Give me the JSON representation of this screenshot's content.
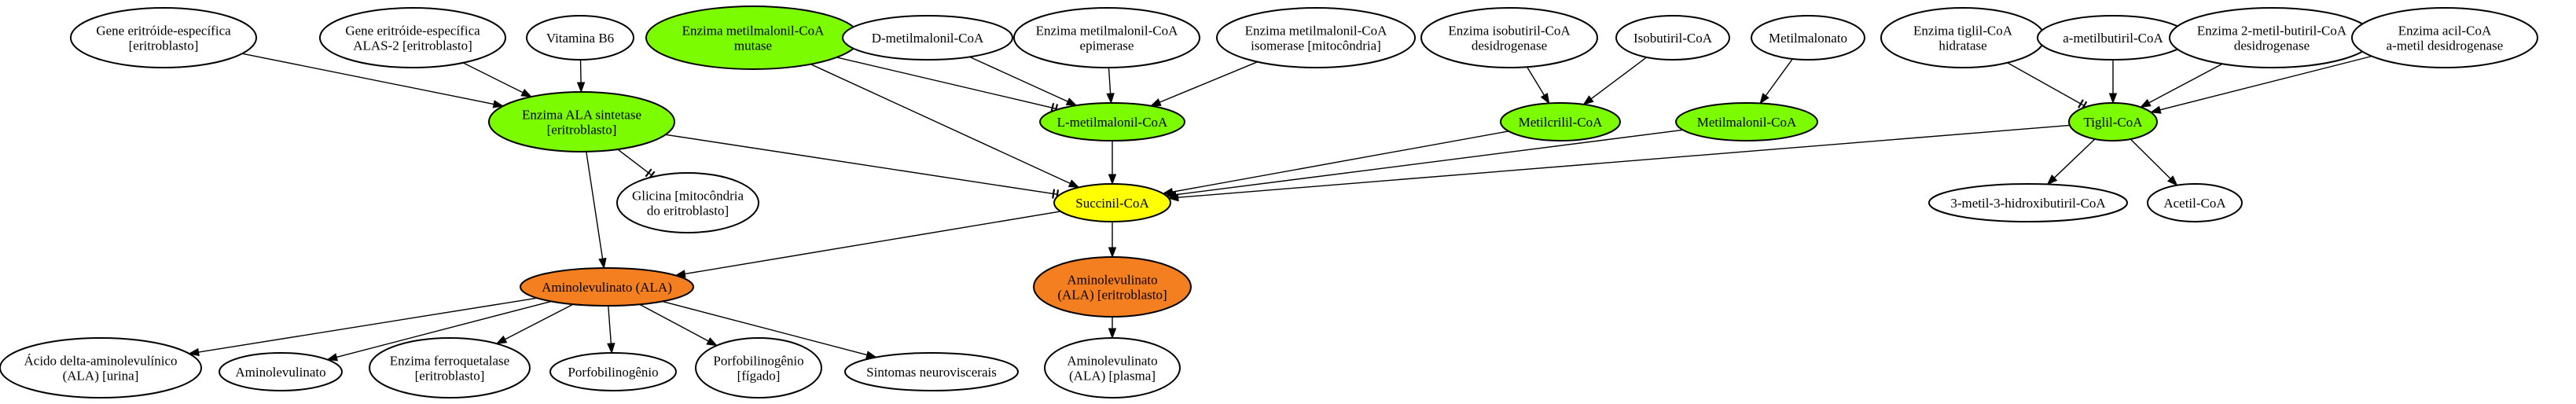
{
  "diagram": {
    "nodes": [
      {
        "id": "gene_erit",
        "lines": [
          "Gene eritróide-específica",
          "[eritroblasto]"
        ],
        "fill": "#ffffff"
      },
      {
        "id": "gene_alas2",
        "lines": [
          "Gene eritróide-específica",
          "ALAS-2 [eritroblasto]"
        ],
        "fill": "#ffffff"
      },
      {
        "id": "vit_b6",
        "lines": [
          "Vitamina B6"
        ],
        "fill": "#ffffff"
      },
      {
        "id": "mcm",
        "lines": [
          "Enzima metilmalonil-CoA",
          "mutase"
        ],
        "fill": "#7cfc00"
      },
      {
        "id": "d_mm",
        "lines": [
          "D-metilmalonil-CoA"
        ],
        "fill": "#ffffff"
      },
      {
        "id": "epim",
        "lines": [
          "Enzima metilmalonil-CoA",
          "epimerase"
        ],
        "fill": "#ffffff"
      },
      {
        "id": "isom",
        "lines": [
          "Enzima metilmalonil-CoA",
          "isomerase [mitocôndria]"
        ],
        "fill": "#ffffff"
      },
      {
        "id": "ibdh",
        "lines": [
          "Enzima isobutiril-CoA",
          "desidrogenase"
        ],
        "fill": "#ffffff"
      },
      {
        "id": "ib_coa",
        "lines": [
          "Isobutiril-CoA"
        ],
        "fill": "#ffffff"
      },
      {
        "id": "metmal",
        "lines": [
          "Metilmalonato"
        ],
        "fill": "#ffffff"
      },
      {
        "id": "tig_hyd",
        "lines": [
          "Enzima tiglil-CoA",
          "hidratase"
        ],
        "fill": "#ffffff"
      },
      {
        "id": "amb_coa",
        "lines": [
          "a-metilbutiril-CoA"
        ],
        "fill": "#ffffff"
      },
      {
        "id": "mbdh",
        "lines": [
          "Enzima 2-metil-butiril-CoA",
          "desidrogenase"
        ],
        "fill": "#ffffff"
      },
      {
        "id": "acyl",
        "lines": [
          "Enzima acil-CoA",
          "a-metil desidrogenase"
        ],
        "fill": "#ffffff"
      },
      {
        "id": "alas",
        "lines": [
          "Enzima ALA sintetase",
          "[eritroblasto]"
        ],
        "fill": "#7cfc00"
      },
      {
        "id": "lmm",
        "lines": [
          "L-metilmalonil-CoA"
        ],
        "fill": "#7cfc00"
      },
      {
        "id": "metacr",
        "lines": [
          "Metilcrilil-CoA"
        ],
        "fill": "#7cfc00"
      },
      {
        "id": "mmcoa",
        "lines": [
          "Metilmalonil-CoA"
        ],
        "fill": "#7cfc00"
      },
      {
        "id": "tiglil",
        "lines": [
          "Tiglil-CoA"
        ],
        "fill": "#7cfc00"
      },
      {
        "id": "glicina",
        "lines": [
          "Glicina [mitocôndria",
          "do eritroblasto]"
        ],
        "fill": "#ffffff"
      },
      {
        "id": "succ",
        "lines": [
          "Succinil-CoA"
        ],
        "fill": "#ffff00"
      },
      {
        "id": "hib",
        "lines": [
          "3-metil-3-hidroxibutiril-CoA"
        ],
        "fill": "#ffffff"
      },
      {
        "id": "acetyl",
        "lines": [
          "Acetil-CoA"
        ],
        "fill": "#ffffff"
      },
      {
        "id": "ala",
        "lines": [
          "Aminolevulinato (ALA)"
        ],
        "fill": "#f47f20"
      },
      {
        "id": "ala_erit",
        "lines": [
          "Aminolevulinato",
          "(ALA) [eritroblasto]"
        ],
        "fill": "#f47f20"
      },
      {
        "id": "acido",
        "lines": [
          "Ácido delta-aminolevulínico",
          "(ALA) [urina]"
        ],
        "fill": "#ffffff"
      },
      {
        "id": "aminol",
        "lines": [
          "Aminolevulinato"
        ],
        "fill": "#ffffff"
      },
      {
        "id": "ferro",
        "lines": [
          "Enzima ferroquetalase",
          "[eritroblasto]"
        ],
        "fill": "#ffffff"
      },
      {
        "id": "porfob",
        "lines": [
          "Porfobilinogênio"
        ],
        "fill": "#ffffff"
      },
      {
        "id": "porfob_f",
        "lines": [
          "Porfobilinogênio",
          "[fígado]"
        ],
        "fill": "#ffffff"
      },
      {
        "id": "sintomas",
        "lines": [
          "Sintomas neuroviscerais"
        ],
        "fill": "#ffffff"
      },
      {
        "id": "ala_plasma",
        "lines": [
          "Aminolevulinato",
          "(ALA) [plasma]"
        ],
        "fill": "#ffffff"
      }
    ],
    "edges": [
      {
        "from": "gene_erit",
        "to": "alas",
        "type": "arrow"
      },
      {
        "from": "gene_alas2",
        "to": "alas",
        "type": "arrow"
      },
      {
        "from": "vit_b6",
        "to": "alas",
        "type": "arrow"
      },
      {
        "from": "mcm",
        "to": "lmm",
        "type": "tee"
      },
      {
        "from": "mcm",
        "to": "succ",
        "type": "arrow"
      },
      {
        "from": "d_mm",
        "to": "lmm",
        "type": "arrow"
      },
      {
        "from": "epim",
        "to": "lmm",
        "type": "arrow"
      },
      {
        "from": "isom",
        "to": "lmm",
        "type": "arrow"
      },
      {
        "from": "ibdh",
        "to": "metacr",
        "type": "arrow"
      },
      {
        "from": "ib_coa",
        "to": "metacr",
        "type": "arrow"
      },
      {
        "from": "metmal",
        "to": "mmcoa",
        "type": "arrow"
      },
      {
        "from": "tig_hyd",
        "to": "tiglil",
        "type": "tee"
      },
      {
        "from": "amb_coa",
        "to": "tiglil",
        "type": "arrow"
      },
      {
        "from": "mbdh",
        "to": "tiglil",
        "type": "arrow"
      },
      {
        "from": "acyl",
        "to": "tiglil",
        "type": "arrow"
      },
      {
        "from": "alas",
        "to": "glicina",
        "type": "tee"
      },
      {
        "from": "alas",
        "to": "succ",
        "type": "tee"
      },
      {
        "from": "alas",
        "to": "ala",
        "type": "arrow"
      },
      {
        "from": "lmm",
        "to": "succ",
        "type": "arrow"
      },
      {
        "from": "metacr",
        "to": "succ",
        "type": "arrow"
      },
      {
        "from": "mmcoa",
        "to": "succ",
        "type": "arrow"
      },
      {
        "from": "tiglil",
        "to": "succ",
        "type": "arrow"
      },
      {
        "from": "tiglil",
        "to": "hib",
        "type": "arrow"
      },
      {
        "from": "tiglil",
        "to": "acetyl",
        "type": "arrow"
      },
      {
        "from": "succ",
        "to": "ala",
        "type": "arrow"
      },
      {
        "from": "succ",
        "to": "ala_erit",
        "type": "arrow"
      },
      {
        "from": "ala",
        "to": "acido",
        "type": "arrow"
      },
      {
        "from": "ala",
        "to": "aminol",
        "type": "arrow"
      },
      {
        "from": "ala",
        "to": "ferro",
        "type": "arrow"
      },
      {
        "from": "ala",
        "to": "porfob",
        "type": "arrow"
      },
      {
        "from": "ala",
        "to": "porfob_f",
        "type": "arrow"
      },
      {
        "from": "ala",
        "to": "sintomas",
        "type": "arrow"
      },
      {
        "from": "ala_erit",
        "to": "ala_plasma",
        "type": "arrow"
      }
    ]
  }
}
